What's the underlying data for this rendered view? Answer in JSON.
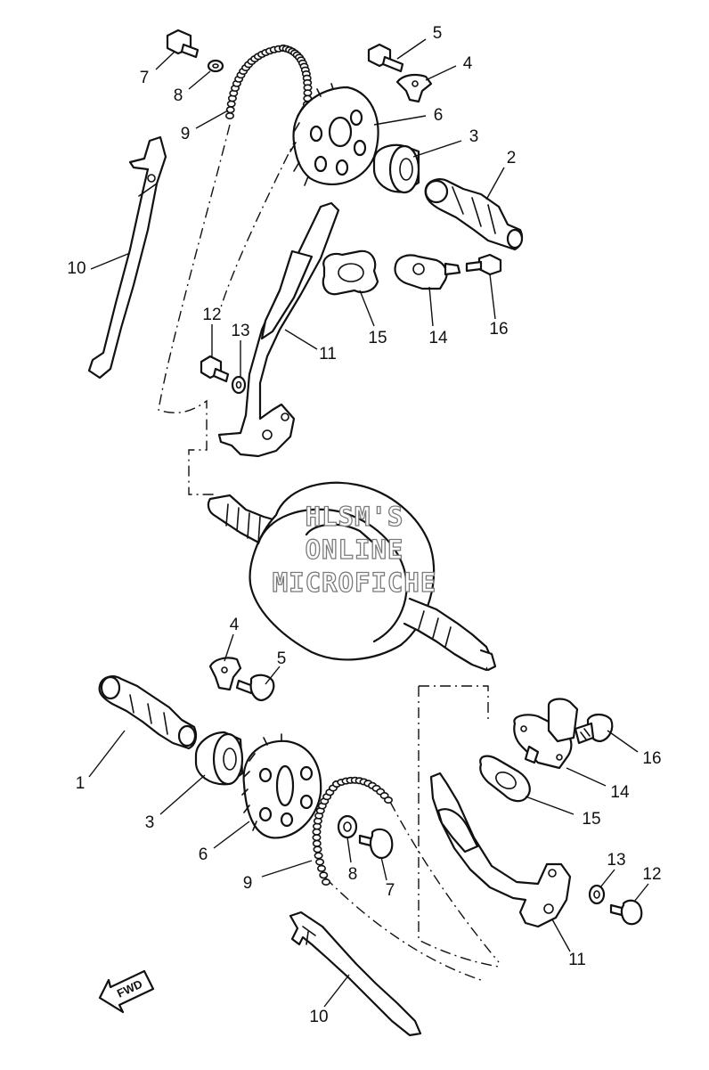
{
  "callouts": {
    "upper": [
      {
        "id": "u7",
        "text": "7"
      },
      {
        "id": "u8",
        "text": "8"
      },
      {
        "id": "u9",
        "text": "9"
      },
      {
        "id": "u5",
        "text": "5"
      },
      {
        "id": "u4",
        "text": "4"
      },
      {
        "id": "u6",
        "text": "6"
      },
      {
        "id": "u3",
        "text": "3"
      },
      {
        "id": "u2",
        "text": "2"
      },
      {
        "id": "u10",
        "text": "10"
      },
      {
        "id": "u12",
        "text": "12"
      },
      {
        "id": "u13",
        "text": "13"
      },
      {
        "id": "u11",
        "text": "11"
      },
      {
        "id": "u15",
        "text": "15"
      },
      {
        "id": "u14",
        "text": "14"
      },
      {
        "id": "u16",
        "text": "16"
      }
    ],
    "lower": [
      {
        "id": "l4",
        "text": "4"
      },
      {
        "id": "l5",
        "text": "5"
      },
      {
        "id": "l1",
        "text": "1"
      },
      {
        "id": "l3",
        "text": "3"
      },
      {
        "id": "l6",
        "text": "6"
      },
      {
        "id": "l9",
        "text": "9"
      },
      {
        "id": "l8",
        "text": "8"
      },
      {
        "id": "l7",
        "text": "7"
      },
      {
        "id": "l16",
        "text": "16"
      },
      {
        "id": "l14",
        "text": "14"
      },
      {
        "id": "l15",
        "text": "15"
      },
      {
        "id": "l13",
        "text": "13"
      },
      {
        "id": "l12",
        "text": "12"
      },
      {
        "id": "l11",
        "text": "11"
      },
      {
        "id": "l10",
        "text": "10"
      }
    ]
  },
  "watermark": [
    "HLSM'S",
    "ONLINE",
    "MICROFICHE"
  ],
  "direction_arrow": {
    "label": "FWD"
  },
  "colors": {
    "line": "#111111",
    "paper": "#ffffff",
    "watermark_outline": "#7a7a7a"
  }
}
